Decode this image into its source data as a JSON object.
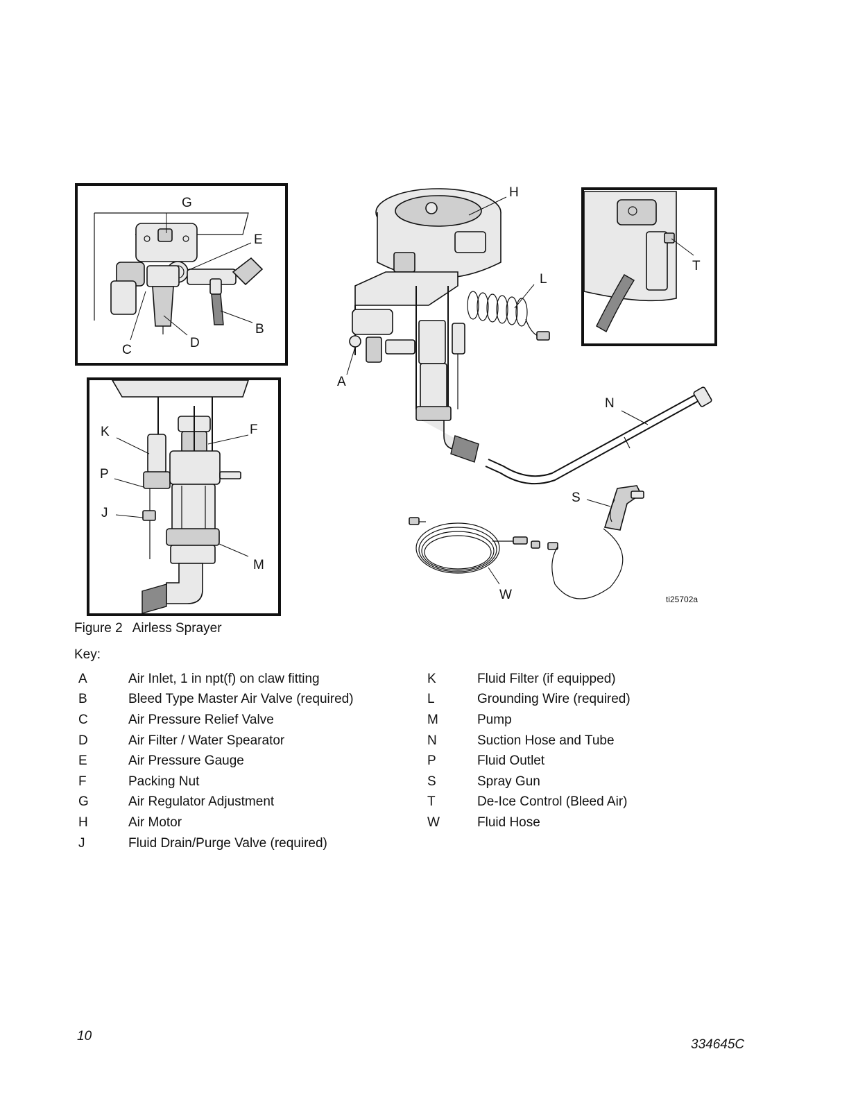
{
  "figure": {
    "callouts": {
      "A": "A",
      "B": "B",
      "C": "C",
      "D": "D",
      "E": "E",
      "F": "F",
      "G": "G",
      "H": "H",
      "J": "J",
      "K": "K",
      "L": "L",
      "M": "M",
      "N": "N",
      "P": "P",
      "S": "S",
      "T": "T",
      "W": "W"
    },
    "ref_tag": "ti25702a",
    "caption_number": "Figure 2",
    "caption_title": "Airless Sprayer"
  },
  "key": {
    "title": "Key",
    "left": [
      {
        "letter": "A",
        "desc": "Air Inlet, 1 in npt(f) on claw fitting"
      },
      {
        "letter": "B",
        "desc": "Bleed Type Master Air Valve (required)"
      },
      {
        "letter": "C",
        "desc": "Air Pressure Relief Valve"
      },
      {
        "letter": "D",
        "desc": "Air Filter / Water Spearator"
      },
      {
        "letter": "E",
        "desc": "Air Pressure Gauge"
      },
      {
        "letter": "F",
        "desc": "Packing Nut"
      },
      {
        "letter": "G",
        "desc": "Air Regulator Adjustment"
      },
      {
        "letter": "H",
        "desc": "Air Motor"
      },
      {
        "letter": "J",
        "desc": "Fluid Drain/Purge Valve (required)"
      }
    ],
    "right": [
      {
        "letter": "K",
        "desc": "Fluid Filter (if equipped)"
      },
      {
        "letter": "L",
        "desc": "Grounding Wire (required)"
      },
      {
        "letter": "M",
        "desc": "Pump"
      },
      {
        "letter": "N",
        "desc": "Suction Hose and Tube"
      },
      {
        "letter": "P",
        "desc": "Fluid Outlet"
      },
      {
        "letter": "S",
        "desc": "Spray Gun"
      },
      {
        "letter": "T",
        "desc": "De-Ice Control (Bleed Air)"
      },
      {
        "letter": "W",
        "desc": "Fluid Hose"
      }
    ]
  },
  "footer": {
    "page_number": "10",
    "document_number": "334645C"
  }
}
